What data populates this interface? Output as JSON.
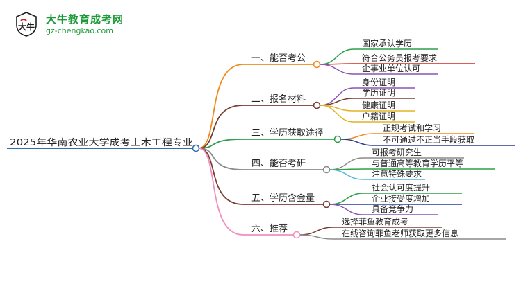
{
  "logo": {
    "title": "大牛教育成考网",
    "url": "gz-chengkao.com"
  },
  "mindmap": {
    "root": "2025年华南农业大学成考土木工程专业",
    "branches": [
      {
        "label": "一、能否考公",
        "color": "#f08a1c",
        "children": [
          "国家承认学历",
          "符合公务员报考要求",
          "企事业单位认可"
        ],
        "child_colors": [
          "#2e9f4b",
          "#d0281e",
          "#8b54b6"
        ]
      },
      {
        "label": "二、报名材料",
        "color": "#7a3e33",
        "children": [
          "身份证明",
          "学历证明",
          "健康证明",
          "户籍证明"
        ],
        "child_colors": [
          "#8b54b6",
          "#7a3e33",
          "#e2b322",
          "#e2b322"
        ]
      },
      {
        "label": "三、学历获取途径",
        "color": "#2e9f4b",
        "children": [
          "正规考试和学习",
          "不可通过不正当手段获取"
        ],
        "child_colors": [
          "#f08a1c",
          "#2a3f8f"
        ]
      },
      {
        "label": "四、能否考研",
        "color": "#8a8a8a",
        "children": [
          "可报考研究生",
          "与普通高等教育学历平等",
          "注意特殊要求"
        ],
        "child_colors": [
          "#8a8a8a",
          "#2e9f4b",
          "#4bb8d8"
        ]
      },
      {
        "label": "五、学历含金量",
        "color": "#7a3e33",
        "children": [
          "社会认可度提升",
          "企业接受度增加",
          "具备竞争力"
        ],
        "child_colors": [
          "#2e9f4b",
          "#2a3f8f",
          "#8b54b6"
        ]
      },
      {
        "label": "六、推荐",
        "color": "#f08fbf",
        "children": [
          "选择菲鱼教育成考",
          "在线咨询菲鱼老师获取更多信息"
        ],
        "child_colors": [
          "#7a3e33",
          "#8a8a8a"
        ]
      }
    ]
  }
}
